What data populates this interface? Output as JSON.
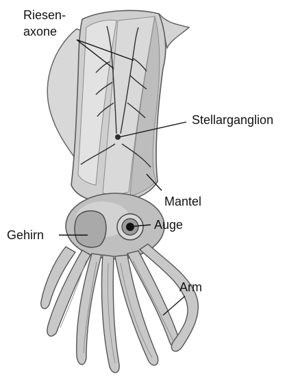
{
  "labels": {
    "riesenaxone_line1": "Riesen-",
    "riesenaxone_line2": "axone",
    "stellarganglion": "Stellarganglion",
    "mantel": "Mantel",
    "gehirn": "Gehirn",
    "auge": "Auge",
    "arm": "Arm"
  },
  "colors": {
    "body_fill": "#c9c9c9",
    "body_light": "#e2e2e2",
    "body_dark": "#8f8f8f",
    "outline": "#5a5a5a",
    "nerve": "#2e2e2e",
    "text": "#111111"
  }
}
